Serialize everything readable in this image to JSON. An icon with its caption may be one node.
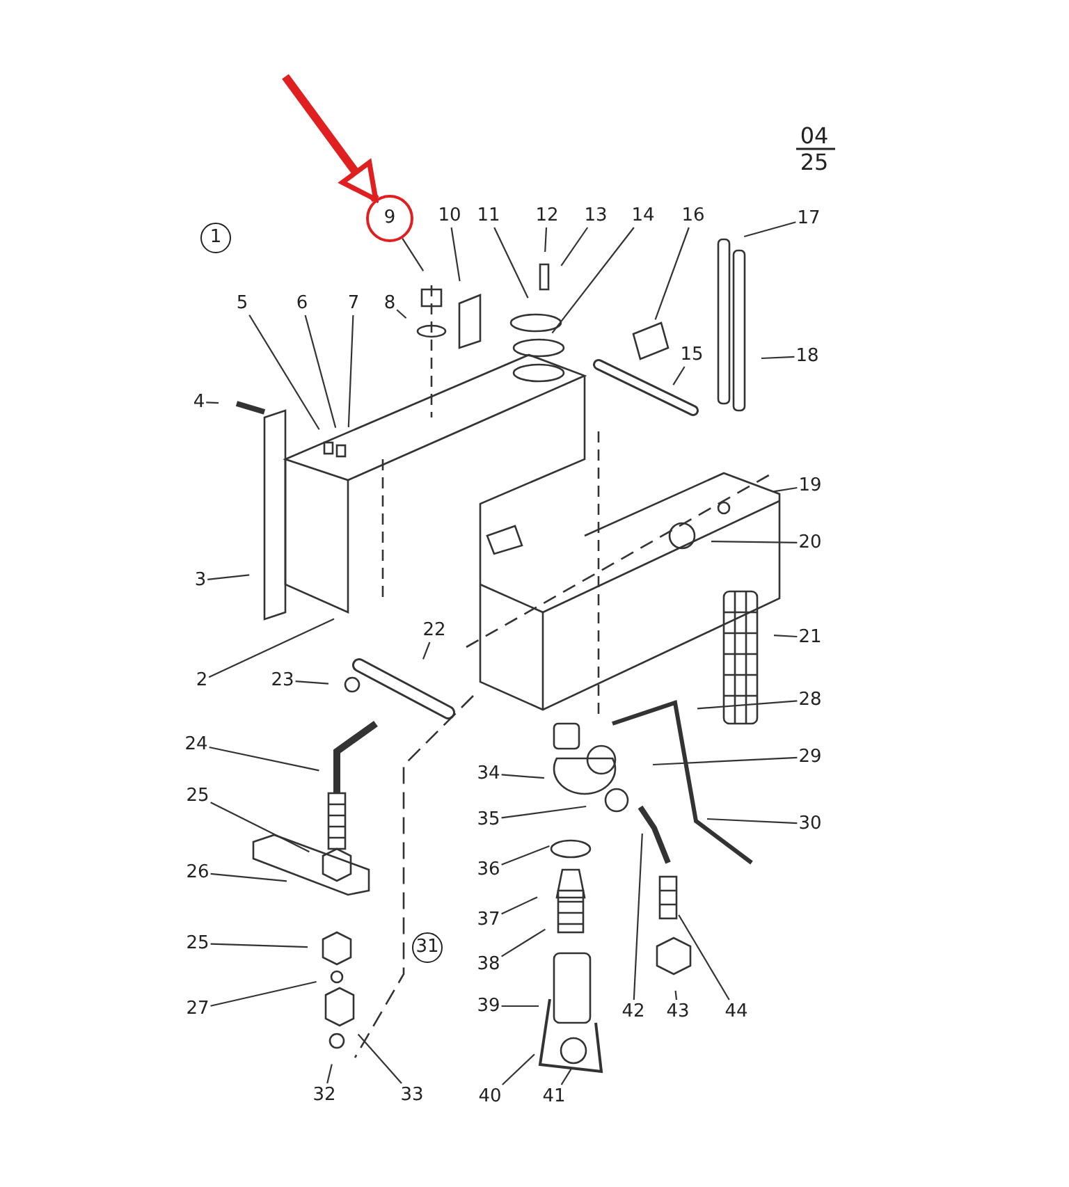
{
  "diagram": {
    "nodes": [
      {
        "text": [
          "9"
        ]
      },
      {
        "text": [
          "10"
        ]
      },
      {
        "text": [
          "11"
        ]
      },
      {
        "text": [
          "12"
        ]
      },
      {
        "text": [
          "13"
        ]
      },
      {
        "text": [
          "14"
        ]
      },
      {
        "text": [
          "16"
        ]
      },
      {
        "text": [
          "17"
        ]
      },
      {
        "text": [
          "5"
        ]
      },
      {
        "text": [
          "6"
        ]
      },
      {
        "text": [
          "7"
        ]
      },
      {
        "text": [
          "8"
        ]
      },
      {
        "text": [
          "18"
        ]
      },
      {
        "text": [
          "4"
        ]
      },
      {
        "text": [
          "15"
        ]
      },
      {
        "text": [
          "19"
        ]
      },
      {
        "text": [
          "20"
        ]
      },
      {
        "text": [
          "3"
        ]
      },
      {
        "text": [
          "21"
        ]
      },
      {
        "text": [
          "2"
        ]
      },
      {
        "text": [
          "22"
        ]
      },
      {
        "text": [
          "23"
        ]
      },
      {
        "text": [
          "28"
        ]
      },
      {
        "text": [
          "24"
        ]
      },
      {
        "text": [
          "34"
        ]
      },
      {
        "text": [
          "29"
        ]
      },
      {
        "text": [
          "25"
        ]
      },
      {
        "text": [
          "35"
        ]
      },
      {
        "text": [
          "30"
        ]
      },
      {
        "text": [
          "26"
        ]
      },
      {
        "text": [
          "36"
        ]
      },
      {
        "text": [
          "37"
        ]
      },
      {
        "text": [
          "25"
        ]
      },
      {
        "text": [
          "38"
        ]
      },
      {
        "text": [
          "27"
        ]
      },
      {
        "text": [
          "39"
        ]
      },
      {
        "text": [
          "42"
        ]
      },
      {
        "text": [
          "43"
        ]
      },
      {
        "text": [
          "44"
        ]
      },
      {
        "text": [
          "32"
        ]
      },
      {
        "text": [
          "33"
        ]
      },
      {
        "text": [
          "40"
        ]
      },
      {
        "text": [
          "41"
        ]
      }
    ],
    "edges": [
      {
        "from": null,
        "to": 0,
        "arrow": "to",
        "style": "thick",
        "color": "#e02020"
      },
      {
        "from": 0,
        "to": null,
        "arrow": "none"
      },
      {
        "from": 1,
        "to": null,
        "arrow": "none"
      },
      {
        "from": 2,
        "to": null,
        "arrow": "none"
      },
      {
        "from": 3,
        "to": null,
        "arrow": "none"
      },
      {
        "from": 4,
        "to": null,
        "arrow": "none"
      },
      {
        "from": 5,
        "to": null,
        "arrow": "none"
      },
      {
        "from": 6,
        "to": null,
        "arrow": "none"
      },
      {
        "from": 7,
        "to": null,
        "arrow": "none"
      },
      {
        "from": 8,
        "to": null,
        "arrow": "none"
      },
      {
        "from": 9,
        "to": null,
        "arrow": "none"
      },
      {
        "from": 10,
        "to": null,
        "arrow": "none"
      },
      {
        "from": 11,
        "to": null,
        "arrow": "none"
      },
      {
        "from": 12,
        "to": null,
        "arrow": "none"
      },
      {
        "from": 13,
        "to": null,
        "arrow": "none"
      },
      {
        "from": 14,
        "to": null,
        "arrow": "none"
      },
      {
        "from": 15,
        "to": null,
        "arrow": "none"
      },
      {
        "from": 16,
        "to": null,
        "arrow": "none"
      },
      {
        "from": 17,
        "to": null,
        "arrow": "none"
      },
      {
        "from": 18,
        "to": null,
        "arrow": "none"
      },
      {
        "from": 19,
        "to": null,
        "arrow": "none"
      },
      {
        "from": 20,
        "to": null,
        "arrow": "none"
      },
      {
        "from": 21,
        "to": null,
        "arrow": "none"
      },
      {
        "from": 22,
        "to": null,
        "arrow": "none"
      },
      {
        "from": 23,
        "to": null,
        "arrow": "none"
      },
      {
        "from": 24,
        "to": null,
        "arrow": "none"
      },
      {
        "from": 25,
        "to": null,
        "arrow": "none"
      },
      {
        "from": 26,
        "to": null,
        "arrow": "none"
      },
      {
        "from": 27,
        "to": null,
        "arrow": "none"
      },
      {
        "from": 28,
        "to": null,
        "arrow": "none"
      },
      {
        "from": 29,
        "to": null,
        "arrow": "none"
      },
      {
        "from": 30,
        "to": null,
        "arrow": "none"
      },
      {
        "from": 31,
        "to": null,
        "arrow": "none"
      },
      {
        "from": 32,
        "to": null,
        "arrow": "none"
      },
      {
        "from": 33,
        "to": null,
        "arrow": "none"
      },
      {
        "from": 34,
        "to": null,
        "arrow": "none"
      },
      {
        "from": 35,
        "to": null,
        "arrow": "none"
      },
      {
        "from": 36,
        "to": null,
        "arrow": "none"
      },
      {
        "from": 37,
        "to": null,
        "arrow": "none"
      },
      {
        "from": 38,
        "to": null,
        "arrow": "none"
      },
      {
        "from": 39,
        "to": null,
        "arrow": "none"
      },
      {
        "from": 40,
        "to": null,
        "arrow": "none"
      },
      {
        "from": 41,
        "to": null,
        "arrow": "none"
      },
      {
        "from": 42,
        "to": null,
        "arrow": "none"
      }
    ],
    "labels": [
      "04",
      "25",
      "1",
      "31"
    ]
  }
}
